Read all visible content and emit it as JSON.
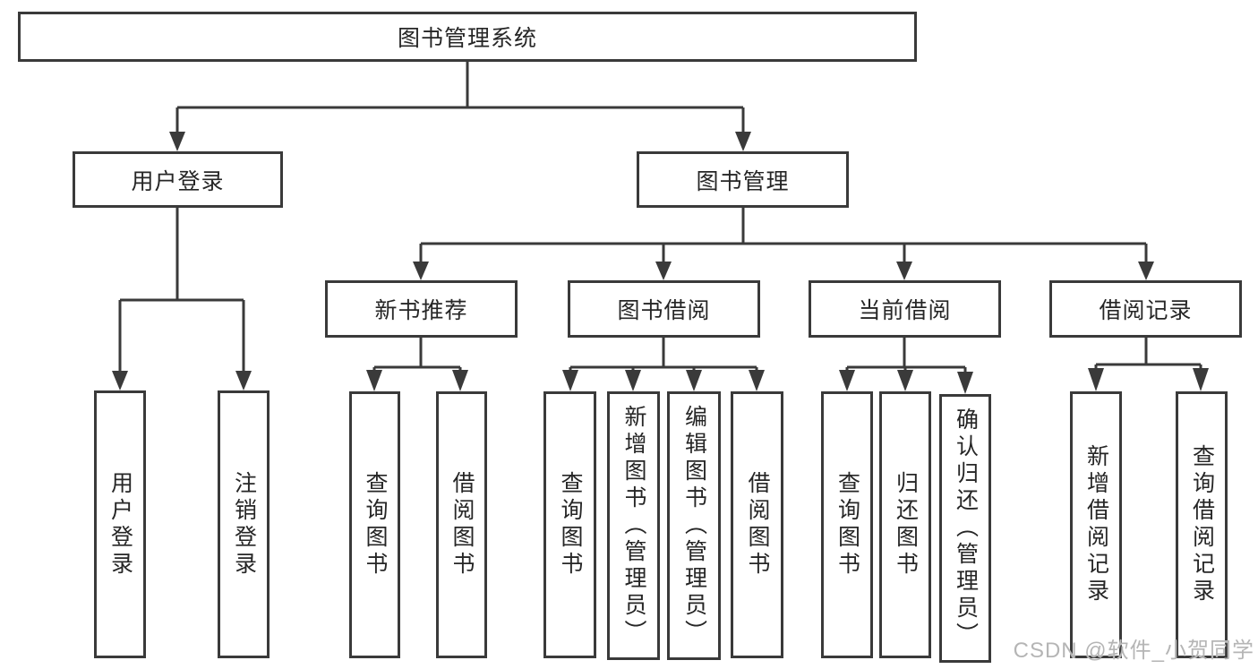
{
  "tree": {
    "root": {
      "label": "图书管理系统"
    },
    "children": [
      {
        "label": "用户登录",
        "children": [
          {
            "label": "用户登录"
          },
          {
            "label": "注销登录"
          }
        ]
      },
      {
        "label": "图书管理",
        "children": [
          {
            "label": "新书推荐",
            "children": [
              {
                "label": "查询图书"
              },
              {
                "label": "借阅图书"
              }
            ]
          },
          {
            "label": "图书借阅",
            "children": [
              {
                "label": "查询图书"
              },
              {
                "label": "新增图书（管理员）"
              },
              {
                "label": "编辑图书（管理员）"
              },
              {
                "label": "借阅图书"
              }
            ]
          },
          {
            "label": "当前借阅",
            "children": [
              {
                "label": "查询图书"
              },
              {
                "label": "归还图书"
              },
              {
                "label": "确认归还（管理员）"
              }
            ]
          },
          {
            "label": "借阅记录",
            "children": [
              {
                "label": "新增借阅记录"
              },
              {
                "label": "查询借阅记录"
              }
            ]
          }
        ]
      }
    ]
  },
  "watermark": "CSDN @软件_小贺同学",
  "colors": {
    "line": "#3a3a3a",
    "box_border": "#3a3a3a",
    "text": "#262626",
    "watermark": "#b5b5b5",
    "background": "#ffffff"
  }
}
